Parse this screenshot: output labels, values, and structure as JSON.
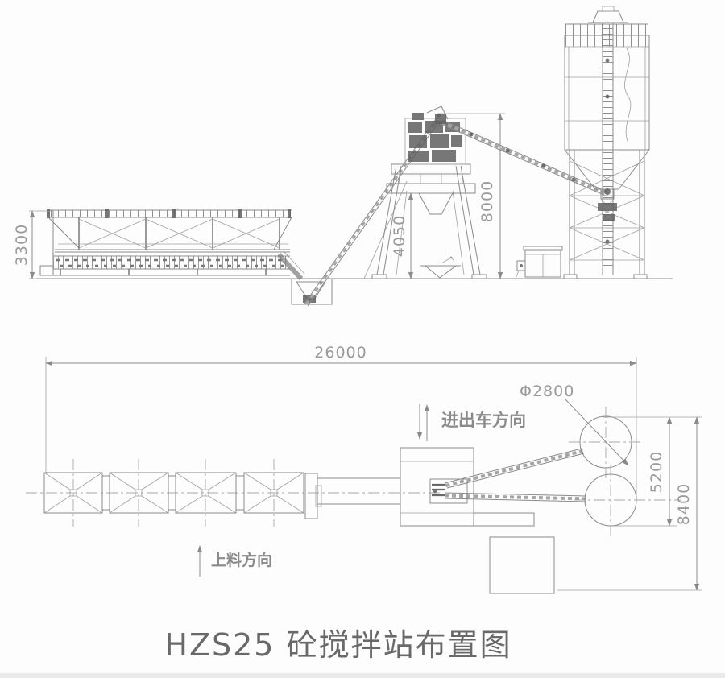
{
  "title": "HZS25 砼搅拌站布置图",
  "colors": {
    "line": "#8a8a8a",
    "dimension_text": "#9a9a9a",
    "annotation_text": "#8a8a8a",
    "title_text": "#696969",
    "dark_fill": "#5f5f5f",
    "background": "#fdfdfd"
  },
  "elevation_view": {
    "dims": {
      "batcher_height": "3300",
      "discharge_height": "4050",
      "plant_height": "8000"
    }
  },
  "plan_view": {
    "dims": {
      "total_length": "26000",
      "silo_span": "5200",
      "total_width": "8400"
    },
    "silo_diameter_label": "Φ2800",
    "vehicle_direction": "进出车方向",
    "feeding_direction": "上料方向"
  }
}
